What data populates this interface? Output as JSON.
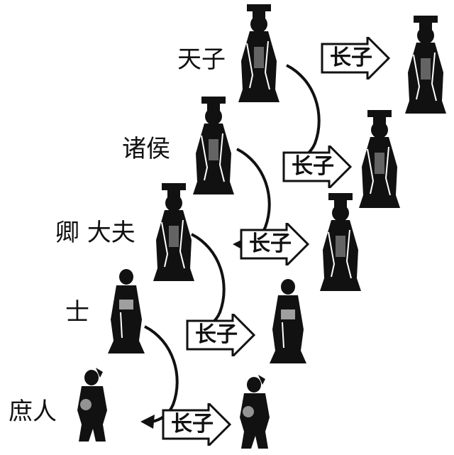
{
  "ranks": [
    {
      "label": "天子",
      "heir": "长子"
    },
    {
      "label": "诸侯",
      "heir": "长子"
    },
    {
      "label": "卿 大夫",
      "heir": "长子"
    },
    {
      "label": "士",
      "heir": "长子"
    },
    {
      "label": "庶人",
      "heir": "长子"
    }
  ],
  "colors": {
    "ink": "#111111",
    "background": "#ffffff"
  },
  "icons": [
    "official-figure-icon",
    "commoner-figure-icon",
    "curved-arrow-icon",
    "hollow-arrow-icon"
  ]
}
